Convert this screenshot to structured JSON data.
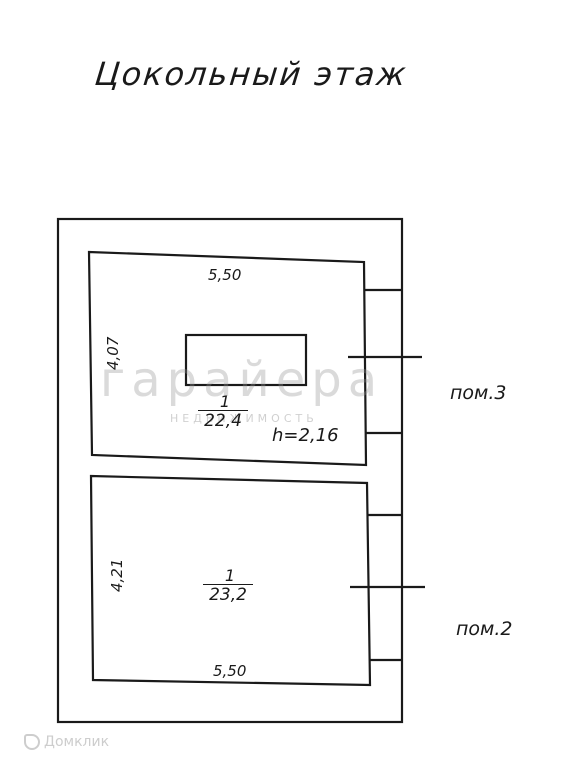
{
  "title": "Цокольный этаж",
  "rooms": [
    {
      "number": "1",
      "area": "22,4",
      "width": "5,50",
      "depth": "4,07",
      "height": "h=2,16"
    },
    {
      "number": "1",
      "area": "23,2",
      "width": "5,50",
      "depth": "4,21"
    }
  ],
  "labels": {
    "pom3": "пом.3",
    "pom2": "пом.2"
  },
  "watermark": {
    "main": "гарайера",
    "sub": "НЕДВИЖИМОСТЬ"
  },
  "logo": "Домклик"
}
